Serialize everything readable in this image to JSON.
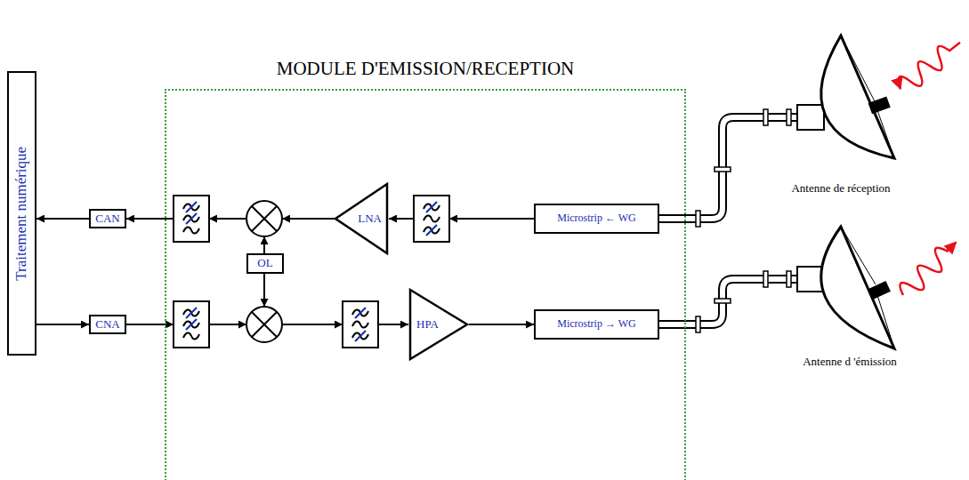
{
  "diagram": {
    "nodes": [
      {
        "text": [
          "Traitement numérique"
        ]
      },
      {
        "text": [
          "CAN"
        ]
      },
      {
        "text": [
          "CNA"
        ]
      },
      {
        "text": [
          "MODULE D'EMISSION/RECEPTION"
        ]
      },
      {
        "text": [
          "OL"
        ],
        "in": 3
      },
      {
        "text": [
          "LNA"
        ],
        "in": 3
      },
      {
        "text": [
          "Microstrip ← WG"
        ],
        "in": 3
      },
      {
        "text": [
          "HPA"
        ],
        "in": 3
      },
      {
        "text": [
          "Microstrip → WG"
        ],
        "in": 3
      }
    ],
    "edges": [
      {
        "from": 1,
        "to": 0,
        "arrow": "to"
      },
      {
        "from": 0,
        "to": 2,
        "arrow": "to"
      }
    ],
    "labels": [
      "Antenne de réception",
      "Antenne d 'émission"
    ]
  }
}
